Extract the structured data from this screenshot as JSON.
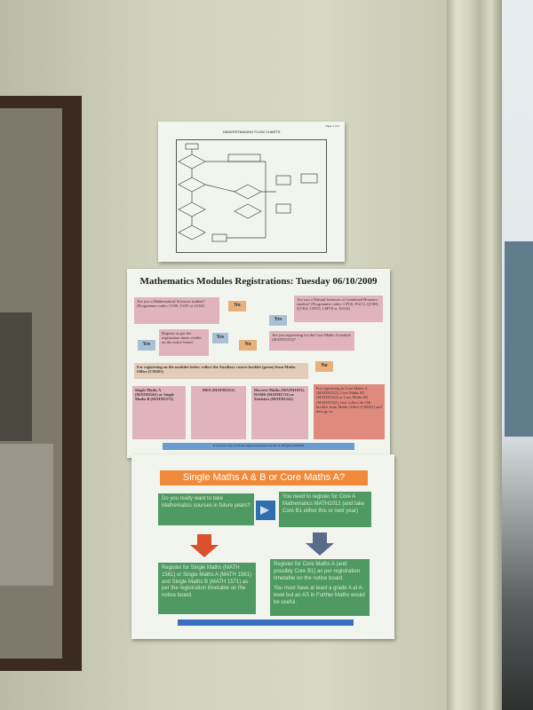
{
  "poster1": {
    "page": "Page 1 of 1",
    "title": "UNDERSTANDING FLOW CHARTS"
  },
  "poster2": {
    "title": "Mathematics Modules Registrations: Tuesday 06/10/2009",
    "q_science": "Are you a Mathematical Sciences student? (Programme codes: G100, G103 or G104)",
    "no1": "No",
    "q_natsci": "Are you a Natural Sciences or Combined Honours student? (Programme codes: CFG0, FGC0, QVH0, QVK0, LMV0, LMV8 or XSG0)",
    "yes1": "Yes",
    "register": "Register as per the registration times visible on the notice board.",
    "yes2": "Yes",
    "q_core": "Are you registering for the Core Maths A module (MATH1012)?",
    "no2": "No",
    "aux": "For registering on the modules below collect the Auxiliary course booklet (green) from Maths Office (CM201)",
    "no3": "No",
    "single": "Single Maths A (MATH1561) or Single Maths B (MATH1571)",
    "mes": "MES (MATH1551)",
    "discrete": "Discrete Maths (MATH1031), DAMS (MATH1711) or Statistics (MATH1541)",
    "core": "For registering in Core Maths A (MATH1012), Core Maths B1 (MATH1022) or Core Maths B2 (MATH1032), first collect the OK booklet from Maths Office (CM201) and then go to:",
    "footer": "If you have any problems registering please see Dr. K. Bargent (CM206)"
  },
  "poster3": {
    "title": "Single Maths A & B or Core Maths A?",
    "question": "Do you really want to take Mathematics courses in future years?",
    "yes_text": "You need to register for Core A Mathematics MATH1012 (and take Core B1 either this or next year)",
    "left_box": "Register for Single Maths (MATH 1561) or Single Maths A (MATH 1561) and Single Maths B (MATH 1571) as per the registration timetable on the notice board.",
    "right_box": "Register for Core Maths A (and possibly Core B1) as per registration timetable on the notice board.",
    "right_note": "You must have at least a grade A at A-level but an AS in Further Maths would be useful."
  }
}
